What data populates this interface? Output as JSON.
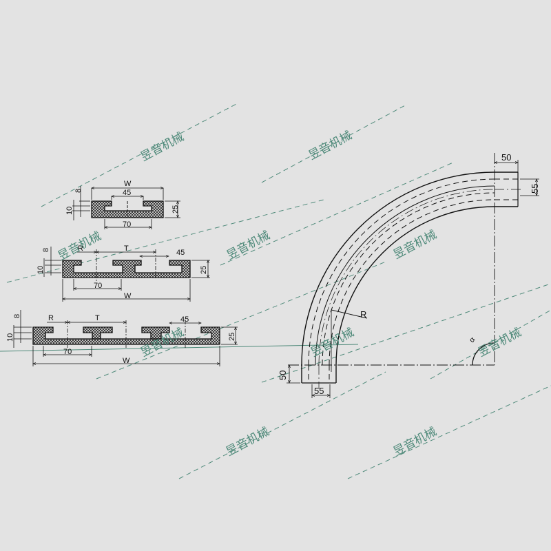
{
  "drawing": {
    "type": "technical drawing - curved conveyor guide profiles",
    "watermark_text": "昱音机械",
    "colors": {
      "background": "#e3e3e3",
      "line": "#111111",
      "watermark": "#4f8a7a",
      "hatch": "#222222"
    }
  },
  "profile_small": {
    "labels": {
      "width": "W",
      "slot": "45",
      "base": "70",
      "lip": "8",
      "gap": "10",
      "height": "25"
    }
  },
  "profile_medium": {
    "labels": {
      "r": "R",
      "t": "T",
      "slot": "45",
      "base": "70",
      "width": "W",
      "lip": "8",
      "gap": "10",
      "height": "25"
    }
  },
  "profile_large": {
    "labels": {
      "r": "R",
      "t": "T",
      "slot": "45",
      "base": "70",
      "width": "W",
      "lip": "8",
      "gap": "10",
      "height": "25"
    }
  },
  "curve": {
    "labels": {
      "top_len": "50",
      "top_width": "55",
      "radius": "R",
      "bottom_len": "50",
      "bottom_width": "55",
      "angle": "α"
    }
  }
}
